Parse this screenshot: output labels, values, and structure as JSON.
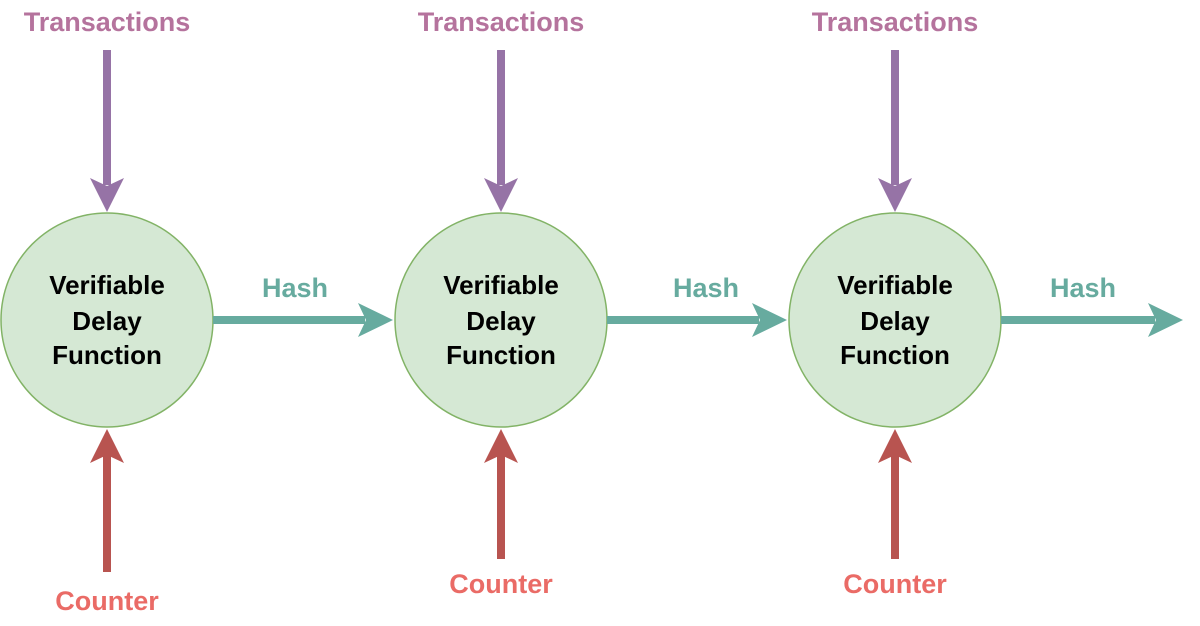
{
  "nodes": [
    {
      "line1": "Verifiable",
      "line2": "Delay",
      "line3": "Function",
      "input_top": "Transactions",
      "input_bottom": "Counter"
    },
    {
      "line1": "Verifiable",
      "line2": "Delay",
      "line3": "Function",
      "input_top": "Transactions",
      "input_bottom": "Counter"
    },
    {
      "line1": "Verifiable",
      "line2": "Delay",
      "line3": "Function",
      "input_top": "Transactions",
      "input_bottom": "Counter"
    }
  ],
  "edges": [
    {
      "label": "Hash"
    },
    {
      "label": "Hash"
    },
    {
      "label": "Hash"
    }
  ],
  "colors": {
    "node_fill": "#d5e8d4",
    "node_stroke": "#82b366",
    "transactions_arrow": "#9673a6",
    "counter_arrow": "#b85450",
    "hash_arrow": "#67ab9f"
  }
}
